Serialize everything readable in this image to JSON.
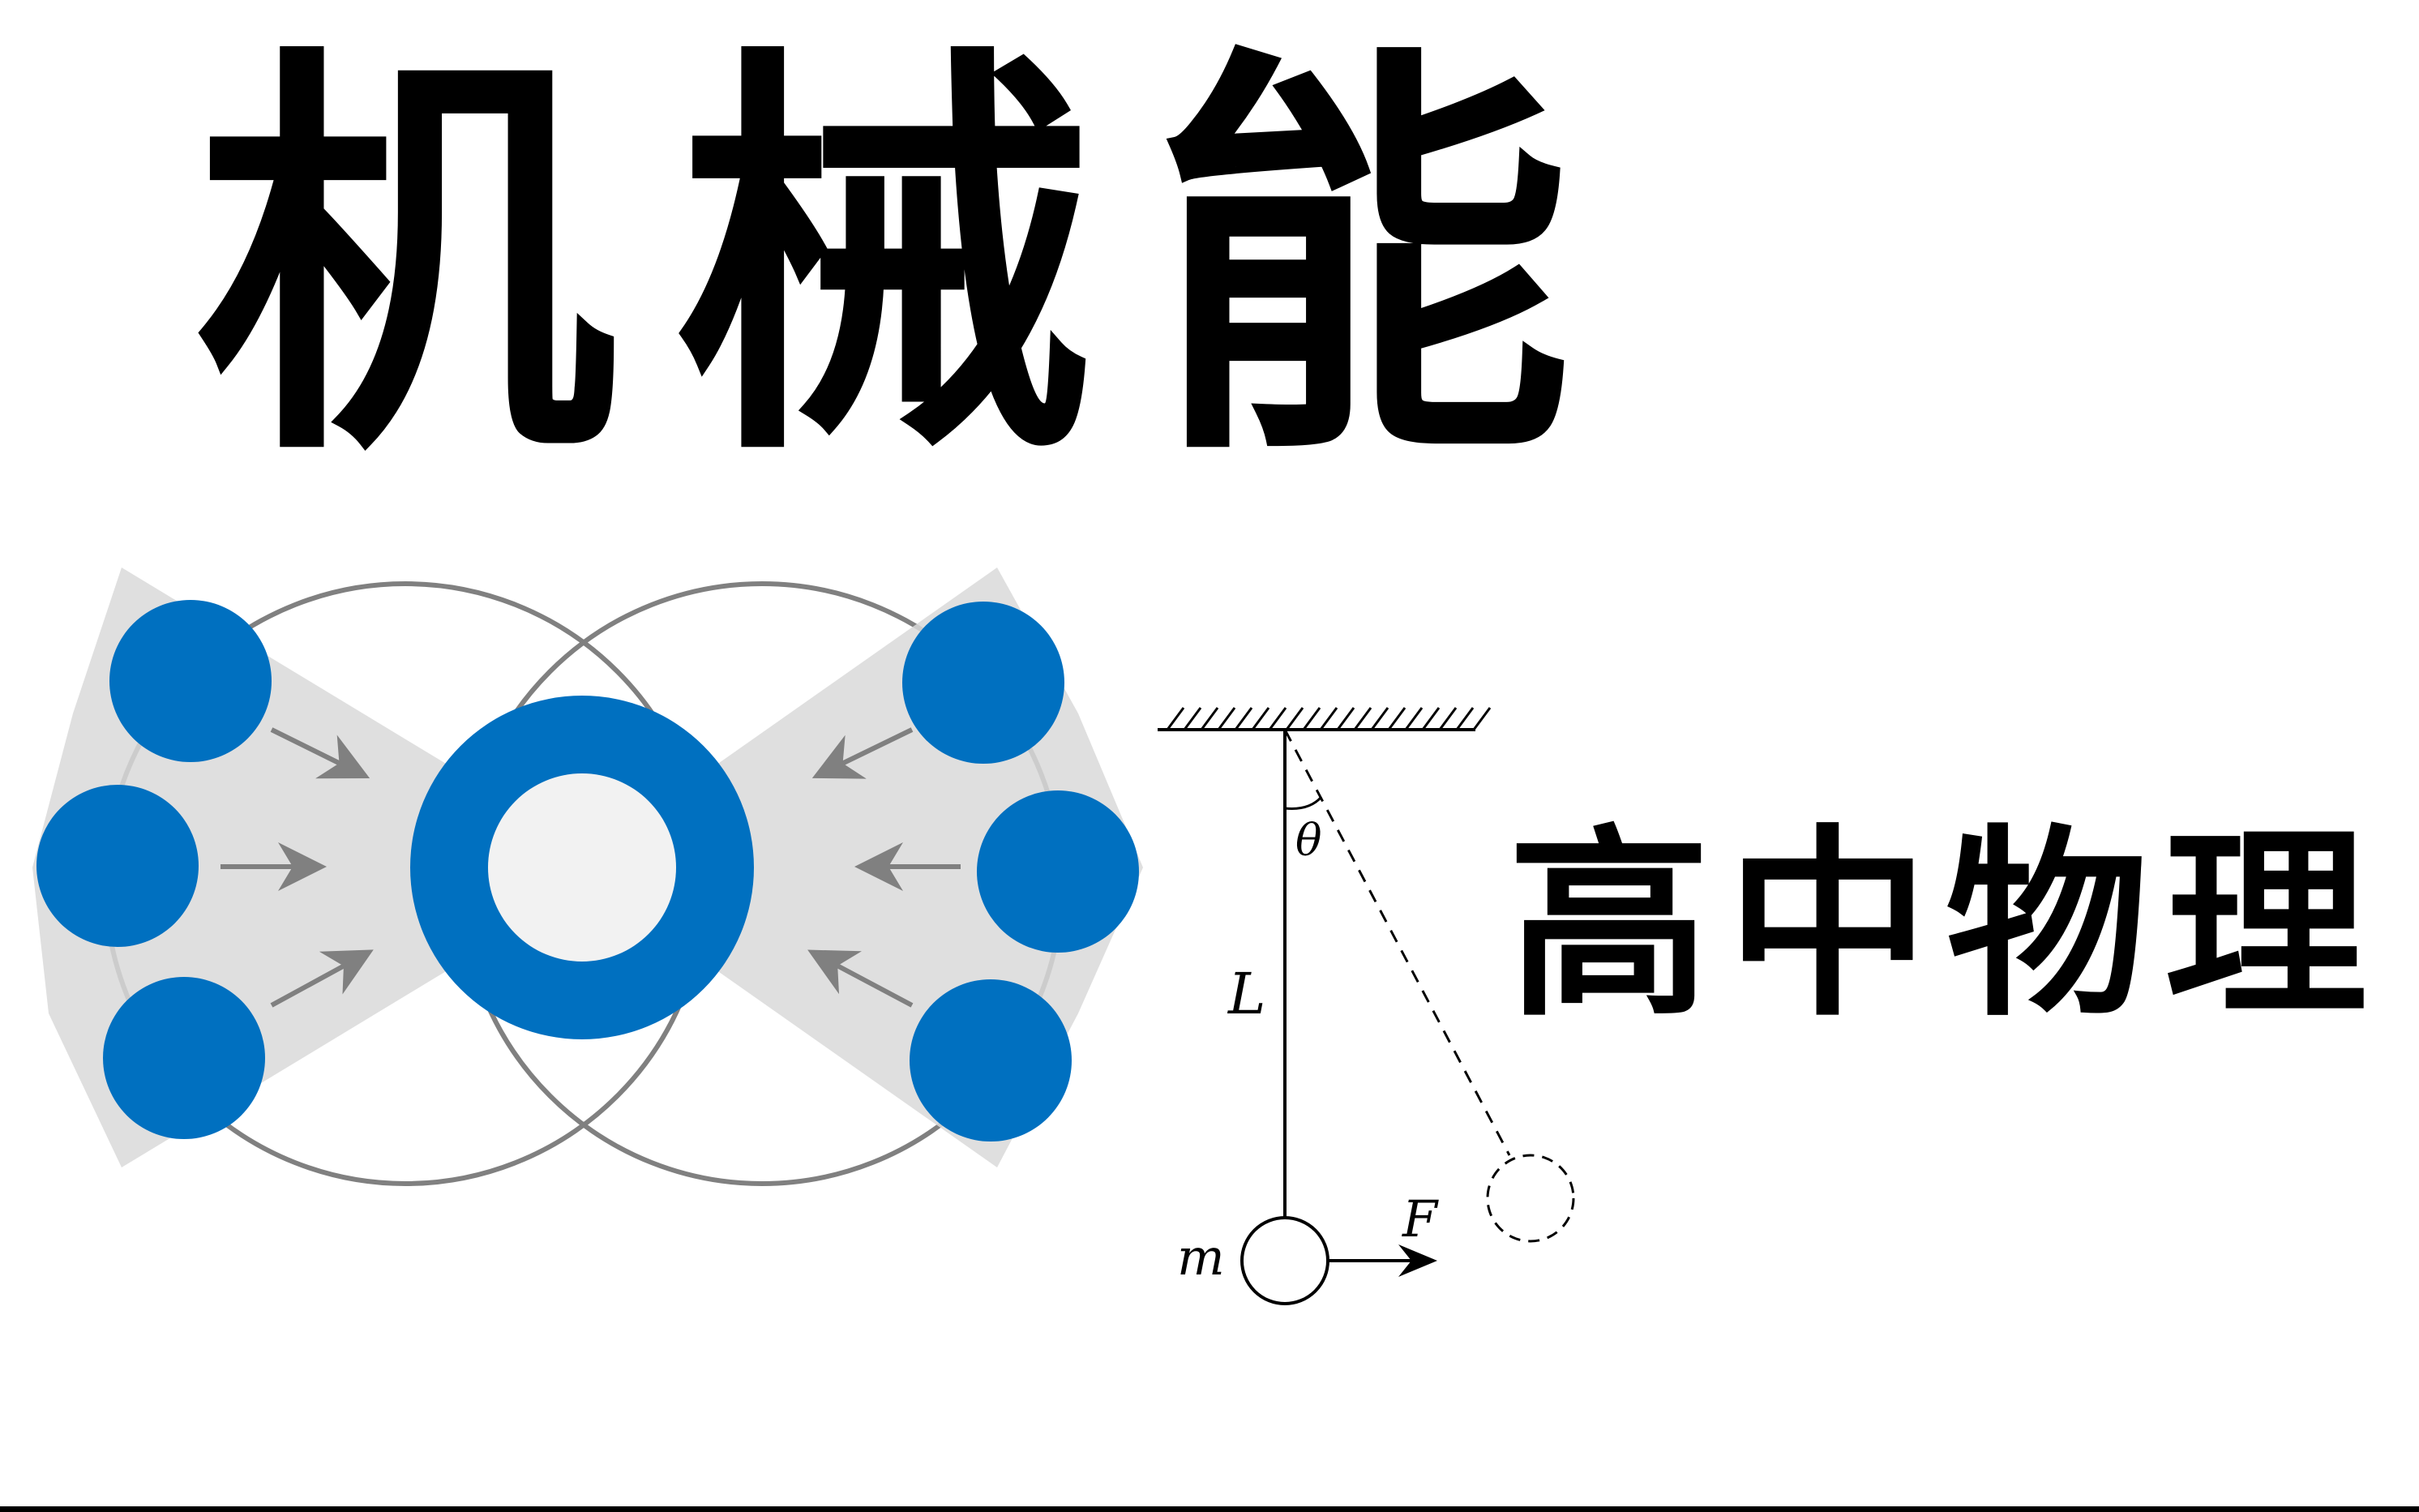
{
  "title": "机械能",
  "subtitle": "高中物理",
  "pendulum": {
    "length_label": "L",
    "angle_label": "θ",
    "mass_label": "m",
    "force_label": "F"
  },
  "colors": {
    "accent_blue": "#0070c0",
    "orbit_gray": "#808080",
    "field_gray": "#d9d9d9",
    "core_fill": "#f2f2f2",
    "ink": "#000000"
  },
  "icons": [
    "orbit-diagram-icon",
    "pendulum-diagram-icon"
  ]
}
